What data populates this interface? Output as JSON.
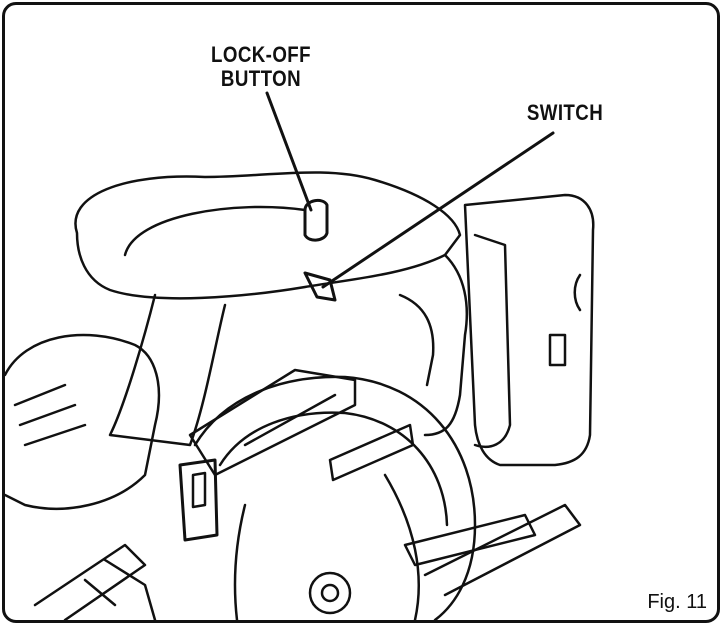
{
  "callouts": {
    "lock_off_line1": "LOCK-OFF",
    "lock_off_line2": "BUTTON",
    "switch": "SWITCH"
  },
  "figure_label": "Fig. 11"
}
